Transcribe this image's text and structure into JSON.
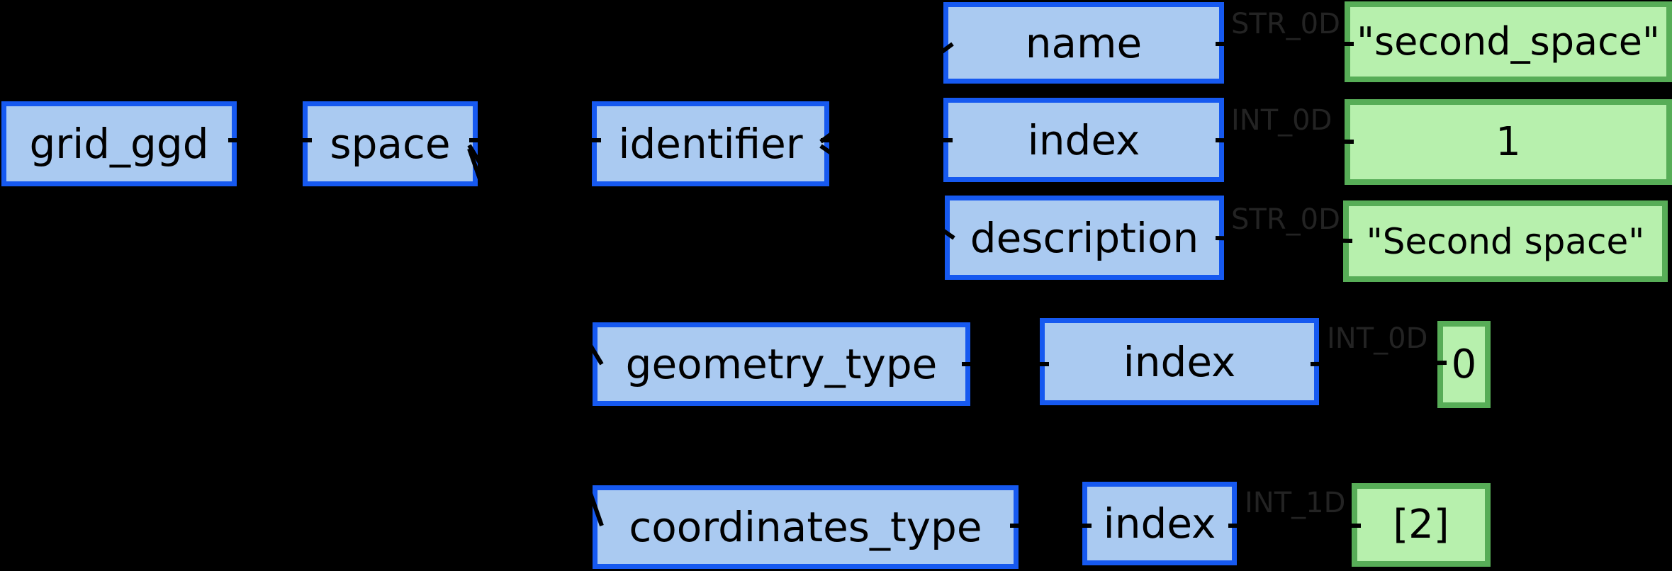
{
  "diagram": {
    "title": "grid_ggd space identifier tree",
    "colors": {
      "background": "#000000",
      "node_fill": "#aacaf1",
      "node_border": "#1659f0",
      "value_fill": "#b7f0ad",
      "value_border": "#57ad57",
      "node_text": "#000000",
      "type_label_text": "#232323",
      "edge_line": "#000000"
    },
    "nodes": {
      "grid_ggd": {
        "label": "grid_ggd"
      },
      "space": {
        "label": "space"
      },
      "identifier": {
        "label": "identifier"
      },
      "name": {
        "label": "name"
      },
      "index_identifier": {
        "label": "index"
      },
      "description": {
        "label": "description"
      },
      "geometry_type": {
        "label": "geometry_type"
      },
      "index_geometry": {
        "label": "index"
      },
      "coordinates_type": {
        "label": "coordinates_type"
      },
      "index_coordinates": {
        "label": "index"
      }
    },
    "values": {
      "name_value": {
        "label": "\"second_space\"",
        "type": "STR_0D"
      },
      "index_value": {
        "label": "1",
        "type": "INT_0D"
      },
      "description_value": {
        "label": "\"Second space\"",
        "type": "STR_0D"
      },
      "geometry_index_value": {
        "label": "0",
        "type": "INT_0D"
      },
      "coordinates_index_value": {
        "label": "[2]",
        "type": "INT_1D"
      }
    }
  }
}
